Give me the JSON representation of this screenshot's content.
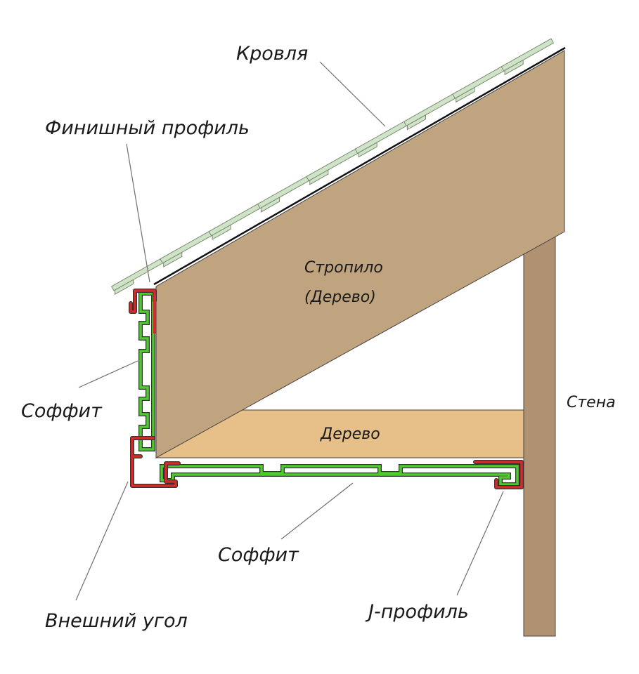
{
  "labels": {
    "roof": "Кровля",
    "finish_profile": "Финишный профиль",
    "rafter_line1": "Стропило",
    "rafter_line2": "(Дерево)",
    "soffit_left": "Соффит",
    "wall": "Стена",
    "wood": "Дерево",
    "soffit_bottom": "Соффит",
    "outer_corner": "Внешний угол",
    "j_profile": "J-профиль"
  },
  "colors": {
    "rafter": "#c0a47f",
    "wood_board": "#e6c088",
    "wall": "#b09272",
    "roof_tile": "#cfe3c6",
    "soffit_green": "#4ecb2f",
    "profile_red": "#d42a2a",
    "outline": "#333333"
  }
}
